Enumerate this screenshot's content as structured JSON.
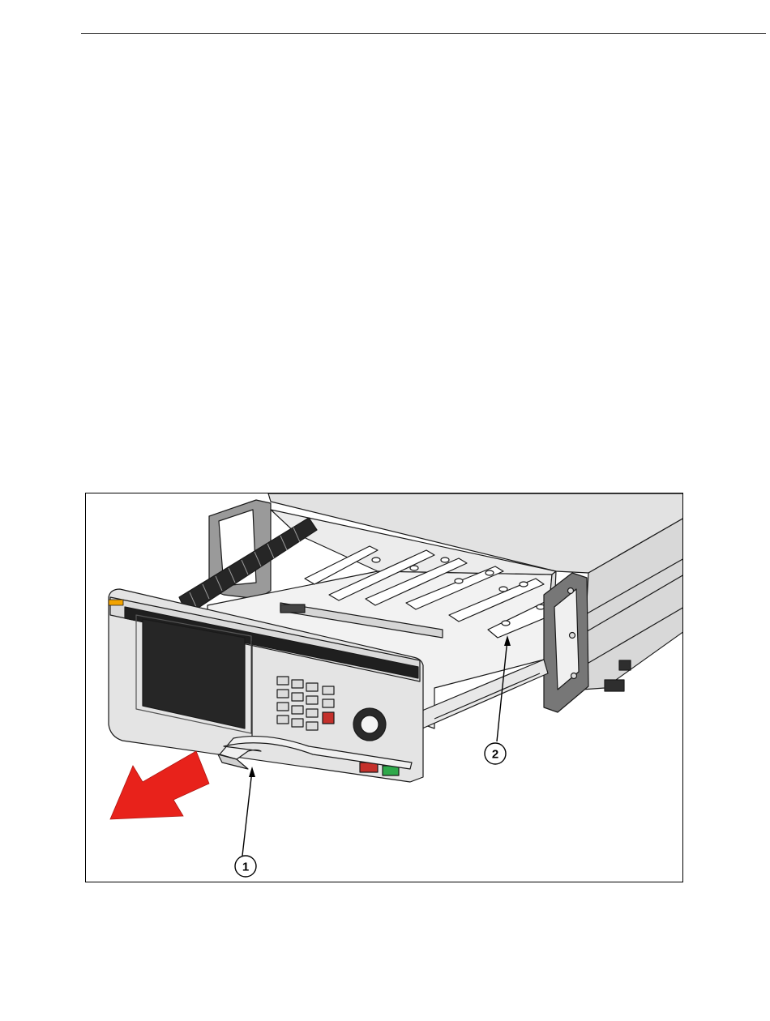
{
  "document": {
    "has_header_rule": true
  },
  "figure": {
    "callouts": [
      {
        "number": "1",
        "target": "drawer-handle"
      },
      {
        "number": "2",
        "target": "module-slot"
      }
    ],
    "colors": {
      "arrow": "#e8221b",
      "chassis": "#e6e6e6",
      "outline": "#1a1a1a",
      "screen": "#262626",
      "keypad_red": "#c4302b",
      "status_green": "#2ea84a",
      "logo_orange": "#f2a300"
    }
  }
}
